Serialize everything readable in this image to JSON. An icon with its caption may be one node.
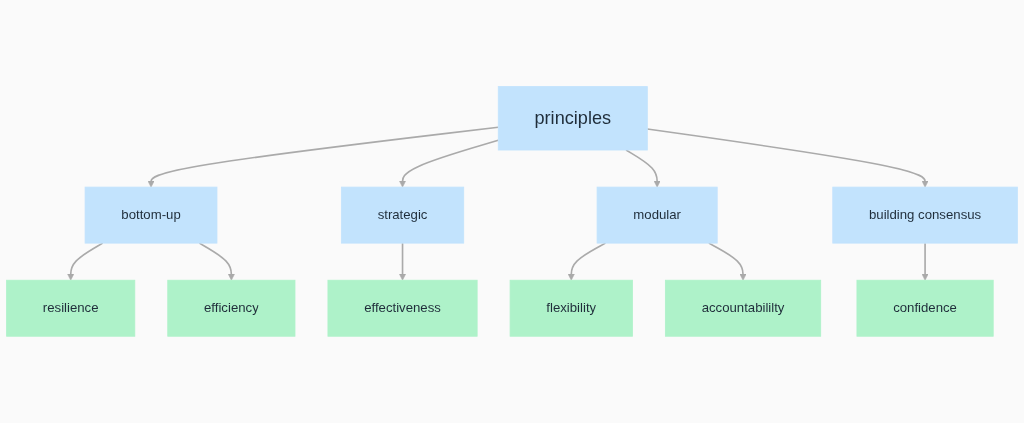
{
  "diagram": {
    "nodes": [
      {
        "text": [
          "principles"
        ]
      },
      {
        "text": [
          "bottom-up"
        ]
      },
      {
        "text": [
          "strategic"
        ]
      },
      {
        "text": [
          "modular"
        ]
      },
      {
        "text": [
          "building consensus"
        ]
      },
      {
        "text": [
          "resilience"
        ]
      },
      {
        "text": [
          "efficiency"
        ]
      },
      {
        "text": [
          "effectiveness"
        ]
      },
      {
        "text": [
          "flexibility"
        ]
      },
      {
        "text": [
          "accountabililty"
        ]
      },
      {
        "text": [
          "confidence"
        ]
      }
    ],
    "edges": [
      {
        "from": 0,
        "to": 1,
        "arrow": "to"
      },
      {
        "from": 0,
        "to": 2,
        "arrow": "to"
      },
      {
        "from": 0,
        "to": 3,
        "arrow": "to"
      },
      {
        "from": 0,
        "to": 4,
        "arrow": "to"
      },
      {
        "from": 1,
        "to": 5,
        "arrow": "to"
      },
      {
        "from": 1,
        "to": 6,
        "arrow": "to"
      },
      {
        "from": 2,
        "to": 7,
        "arrow": "to"
      },
      {
        "from": 3,
        "to": 8,
        "arrow": "to"
      },
      {
        "from": 3,
        "to": 9,
        "arrow": "to"
      },
      {
        "from": 4,
        "to": 10,
        "arrow": "to"
      }
    ]
  }
}
